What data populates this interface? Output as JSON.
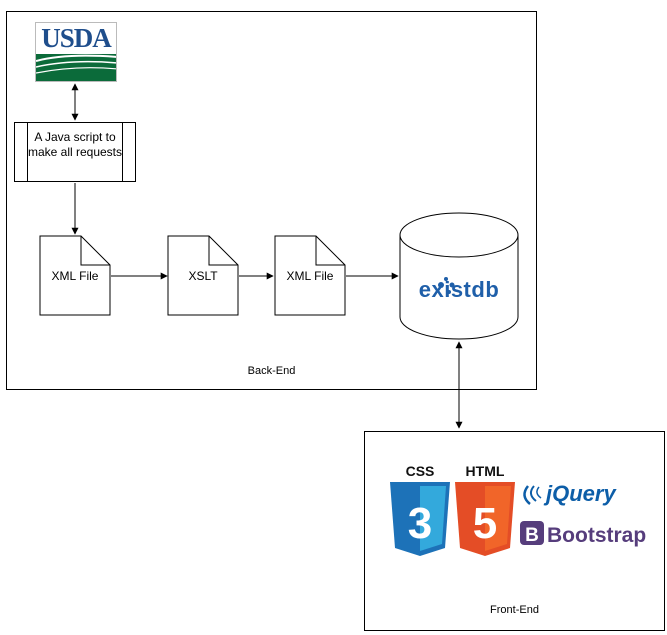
{
  "backend": {
    "label": "Back-End",
    "logo_text": "USDA",
    "process_label": "A Java script to make all requests",
    "doc1_label": "XML File",
    "xslt_label": "XSLT",
    "doc2_label": "XML File",
    "db_logo_text": "existdb"
  },
  "frontend": {
    "label": "Front-End",
    "css_text": "CSS",
    "html_text": "HTML",
    "jquery_text": "jQuery",
    "bootstrap_text": "Bootstrap",
    "css_badge": "3",
    "html_badge": "5",
    "bootstrap_badge": "B"
  },
  "colors": {
    "usda_blue": "#1f4e8c",
    "usda_green": "#0b6b3a",
    "css_blue": "#1d72b8",
    "html_orange": "#e44d26",
    "jquery_blue": "#0d5ea8",
    "bootstrap_purple": "#563d7c",
    "exist_blue": "#1f5fa9"
  }
}
